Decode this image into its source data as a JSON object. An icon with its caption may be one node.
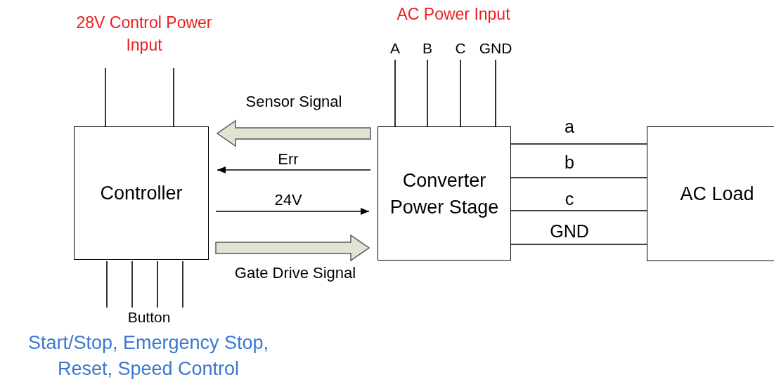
{
  "diagram": {
    "nodes": [
      {
        "text": [
          "A"
        ]
      },
      {
        "text": [
          "B"
        ]
      },
      {
        "text": [
          "C"
        ]
      },
      {
        "text": [
          "GND"
        ]
      },
      {
        "text": [
          "Controller"
        ]
      },
      {
        "text": [
          "Converter Power Stage"
        ]
      },
      {
        "text": [
          "AC Load"
        ]
      },
      {
        "text": [
          "Button"
        ]
      }
    ],
    "edges": [
      {
        "from": null,
        "to": 4,
        "arrow": "none"
      },
      {
        "from": null,
        "to": 4,
        "arrow": "none"
      },
      {
        "from": 0,
        "to": 5,
        "arrow": "none"
      },
      {
        "from": 1,
        "to": 5,
        "arrow": "none"
      },
      {
        "from": 2,
        "to": 5,
        "arrow": "none"
      },
      {
        "from": 3,
        "to": 5,
        "arrow": "none"
      },
      {
        "from": 5,
        "to": 4,
        "arrow": "to",
        "label": "Sensor Signal",
        "style": "thick"
      },
      {
        "from": 5,
        "to": 4,
        "arrow": "to",
        "label": "Err"
      },
      {
        "from": 4,
        "to": 5,
        "arrow": "to",
        "label": "24V"
      },
      {
        "from": 4,
        "to": 5,
        "arrow": "to",
        "label": "Gate Drive Signal",
        "style": "thick"
      },
      {
        "from": 5,
        "to": 6,
        "arrow": "none",
        "label": "a"
      },
      {
        "from": 5,
        "to": 6,
        "arrow": "none",
        "label": "b"
      },
      {
        "from": 5,
        "to": 6,
        "arrow": "none",
        "label": "c"
      },
      {
        "from": 5,
        "to": 6,
        "arrow": "none",
        "label": "GND"
      },
      {
        "from": 4,
        "to": 7,
        "arrow": "none"
      },
      {
        "from": 4,
        "to": 7,
        "arrow": "none"
      },
      {
        "from": 4,
        "to": 7,
        "arrow": "none"
      },
      {
        "from": 4,
        "to": 7,
        "arrow": "none"
      }
    ],
    "labels": [
      "28V Control Power Input",
      "AC Power Input",
      "Start/Stop, Emergency Stop, Reset, Speed Control"
    ]
  }
}
